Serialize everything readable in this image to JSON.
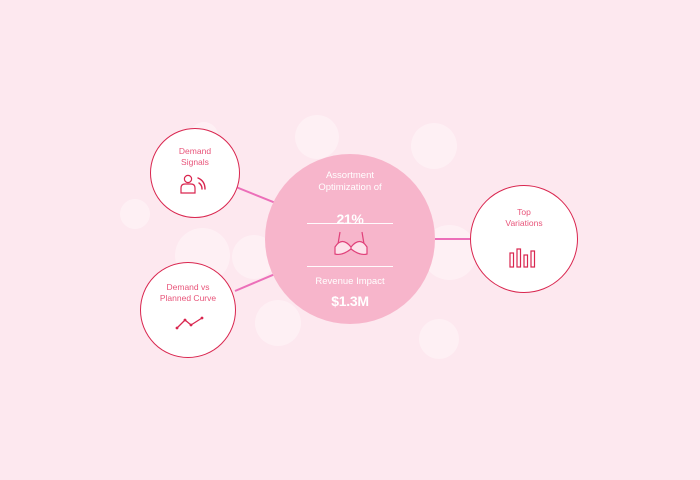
{
  "diagram": {
    "center": {
      "title_line1": "Assortment",
      "title_line2": "Optimization of",
      "value": "21%",
      "product_icon": "bra-icon",
      "impact_label": "Revenue Impact",
      "impact_value": "$1.3M"
    },
    "nodes": {
      "demand_signals": {
        "line1": "Demand",
        "line2": "Signals",
        "icon": "person-signal-icon"
      },
      "demand_curve": {
        "line1": "Demand vs",
        "line2": "Planned Curve",
        "icon": "line-trend-icon"
      },
      "top_variations": {
        "line1": "Top",
        "line2": "Variations",
        "icon": "bar-chart-icon"
      }
    }
  },
  "colors": {
    "background": "#fde8ef",
    "center_fill": "#f7b5cb",
    "node_border": "#d9264f",
    "connector": "#ec6fb9",
    "label_text": "#e8557a"
  }
}
